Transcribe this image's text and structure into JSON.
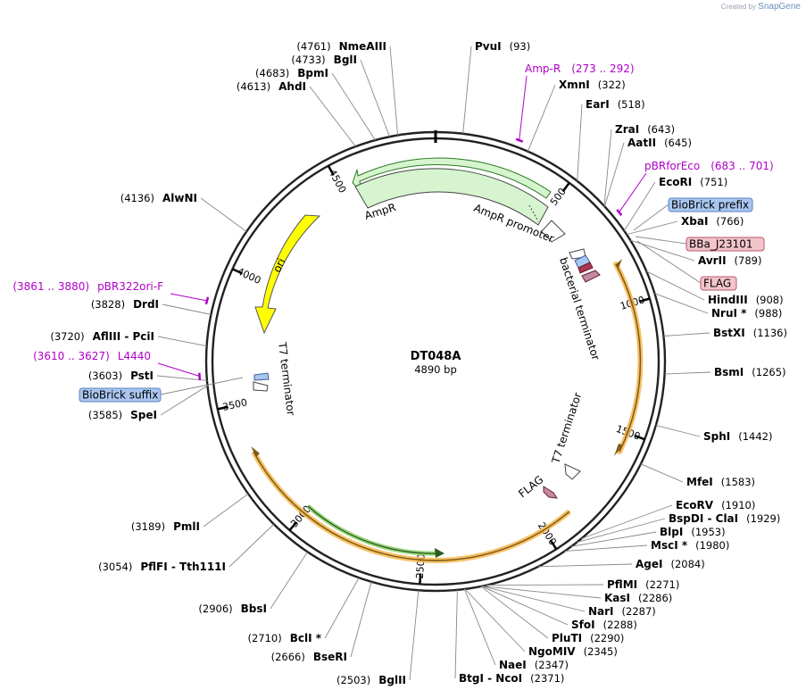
{
  "credit": {
    "prefix": "Created by",
    "brand": "SnapGene"
  },
  "plasmid": {
    "name": "DT048A",
    "size_label": "4890 bp",
    "length": 4890
  },
  "ticks": [
    {
      "bp": 500,
      "label": "500"
    },
    {
      "bp": 1000,
      "label": "1000"
    },
    {
      "bp": 1500,
      "label": "1500"
    },
    {
      "bp": 2000,
      "label": "2000"
    },
    {
      "bp": 2500,
      "label": "2500"
    },
    {
      "bp": 3000,
      "label": "3000"
    },
    {
      "bp": 3500,
      "label": "3500"
    },
    {
      "bp": 4000,
      "label": "4000"
    },
    {
      "bp": 4500,
      "label": "4500"
    }
  ],
  "sites": [
    {
      "name": "PvuI",
      "pos": "(93)",
      "bp": 93,
      "side": "r"
    },
    {
      "name": "XmnI",
      "pos": "(322)",
      "bp": 322,
      "side": "r"
    },
    {
      "name": "EarI",
      "pos": "(518)",
      "bp": 518,
      "side": "r"
    },
    {
      "name": "ZraI",
      "pos": "(643)",
      "bp": 643,
      "side": "r"
    },
    {
      "name": "AatII",
      "pos": "(645)",
      "bp": 645,
      "side": "r"
    },
    {
      "name": "EcoRI",
      "pos": "(751)",
      "bp": 751,
      "side": "r"
    },
    {
      "name": "XbaI",
      "pos": "(766)",
      "bp": 766,
      "side": "r"
    },
    {
      "name": "AvrII",
      "pos": "(789)",
      "bp": 789,
      "side": "r"
    },
    {
      "name": "HindIII",
      "pos": "(908)",
      "bp": 908,
      "side": "r"
    },
    {
      "name": "NruI *",
      "pos": "(988)",
      "bp": 988,
      "side": "r"
    },
    {
      "name": "BstXI",
      "pos": "(1136)",
      "bp": 1136,
      "side": "r"
    },
    {
      "name": "BsmI",
      "pos": "(1265)",
      "bp": 1265,
      "side": "r"
    },
    {
      "name": "SphI",
      "pos": "(1442)",
      "bp": 1442,
      "side": "r"
    },
    {
      "name": "MfeI",
      "pos": "(1583)",
      "bp": 1583,
      "side": "r"
    },
    {
      "name": "EcoRV",
      "pos": "(1910)",
      "bp": 1910,
      "side": "r"
    },
    {
      "name": "BspDI - ClaI",
      "pos": "(1929)",
      "bp": 1929,
      "side": "r"
    },
    {
      "name": "BlpI",
      "pos": "(1953)",
      "bp": 1953,
      "side": "r"
    },
    {
      "name": "MscI *",
      "pos": "(1980)",
      "bp": 1980,
      "side": "r"
    },
    {
      "name": "AgeI",
      "pos": "(2084)",
      "bp": 2084,
      "side": "r"
    },
    {
      "name": "PflMI",
      "pos": "(2271)",
      "bp": 2271,
      "side": "r"
    },
    {
      "name": "KasI",
      "pos": "(2286)",
      "bp": 2286,
      "side": "r"
    },
    {
      "name": "NarI",
      "pos": "(2287)",
      "bp": 2287,
      "side": "r"
    },
    {
      "name": "SfoI",
      "pos": "(2288)",
      "bp": 2288,
      "side": "r"
    },
    {
      "name": "PluTI",
      "pos": "(2290)",
      "bp": 2290,
      "side": "r"
    },
    {
      "name": "NgoMIV",
      "pos": "(2345)",
      "bp": 2345,
      "side": "r"
    },
    {
      "name": "NaeI",
      "pos": "(2347)",
      "bp": 2347,
      "side": "r"
    },
    {
      "name": "BtgI - NcoI",
      "pos": "(2371)",
      "bp": 2371,
      "side": "r"
    },
    {
      "name": "BglII",
      "pos": "(2503)",
      "bp": 2503,
      "side": "l"
    },
    {
      "name": "BseRI",
      "pos": "(2666)",
      "bp": 2666,
      "side": "l"
    },
    {
      "name": "BclI *",
      "pos": "(2710)",
      "bp": 2710,
      "side": "l"
    },
    {
      "name": "BbsI",
      "pos": "(2906)",
      "bp": 2906,
      "side": "l"
    },
    {
      "name": "PflFI - Tth111I",
      "pos": "(3054)",
      "bp": 3054,
      "side": "l"
    },
    {
      "name": "PmlI",
      "pos": "(3189)",
      "bp": 3189,
      "side": "l"
    },
    {
      "name": "SpeI",
      "pos": "(3585)",
      "bp": 3585,
      "side": "l"
    },
    {
      "name": "PstI",
      "pos": "(3603)",
      "bp": 3603,
      "side": "l"
    },
    {
      "name": "AflIII - PciI",
      "pos": "(3720)",
      "bp": 3720,
      "side": "l"
    },
    {
      "name": "DrdI",
      "pos": "(3828)",
      "bp": 3828,
      "side": "l"
    },
    {
      "name": "AlwNI",
      "pos": "(4136)",
      "bp": 4136,
      "side": "l"
    },
    {
      "name": "AhdI",
      "pos": "(4613)",
      "bp": 4613,
      "side": "l"
    },
    {
      "name": "BpmI",
      "pos": "(4683)",
      "bp": 4683,
      "side": "l"
    },
    {
      "name": "BglI",
      "pos": "(4733)",
      "bp": 4733,
      "side": "l"
    },
    {
      "name": "NmeAIII",
      "pos": "(4761)",
      "bp": 4761,
      "side": "l"
    }
  ],
  "primers": [
    {
      "name": "Amp-R",
      "range": "(273 .. 292)",
      "bp": 282,
      "side": "r"
    },
    {
      "name": "pBRforEco",
      "range": "(683 .. 701)",
      "bp": 692,
      "side": "r"
    },
    {
      "name": "pBR322ori-F",
      "range": "(3861 .. 3880)",
      "bp": 3870,
      "side": "l"
    },
    {
      "name": "L4440",
      "range": "(3610 .. 3627)",
      "bp": 3618,
      "side": "l"
    }
  ],
  "tags": [
    {
      "name": "BioBrick prefix",
      "fill": "#a9c6f0",
      "stroke": "#5b82c0"
    },
    {
      "name": "BBa_J23101",
      "fill": "#f2c4cc",
      "stroke": "#b9576a"
    },
    {
      "name": "FLAG",
      "fill": "#f2c4cc",
      "stroke": "#b9576a"
    },
    {
      "name": "BioBrick suffix",
      "fill": "#a9c6f0",
      "stroke": "#5b82c0"
    }
  ],
  "features": [
    {
      "name": "AmpR",
      "color": "#d6f5cf"
    },
    {
      "name": "AmpR promoter",
      "color": "#ffffff"
    },
    {
      "name": "ori",
      "color": "#ffff00"
    },
    {
      "name": "bacterial terminator",
      "color": "#ffffff"
    },
    {
      "name": "T7 terminator",
      "color": "#ffffff"
    },
    {
      "name": "T7 terminator",
      "color": "#ffffff"
    },
    {
      "name": "FLAG",
      "color": "#c48aa5"
    }
  ],
  "colors": {
    "primer": "#b000c8",
    "orf_orange": "#f7b64a",
    "orf_green": "#8fd16f"
  }
}
